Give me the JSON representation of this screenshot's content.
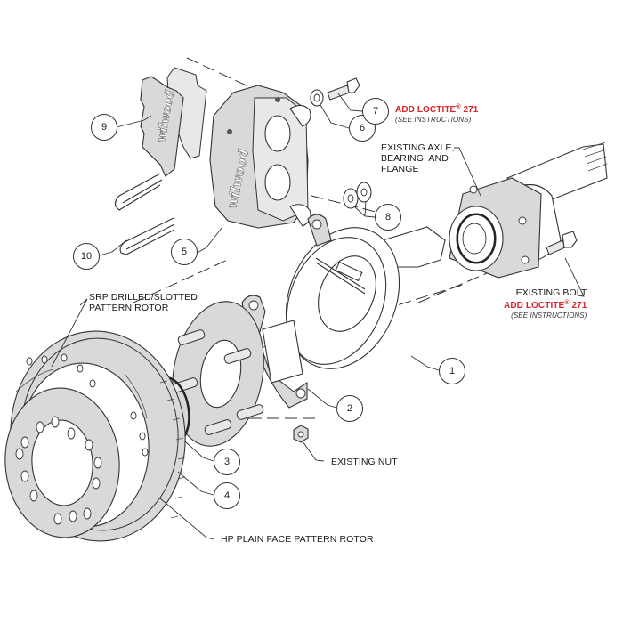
{
  "diagram": {
    "title": "Wilwood rear disc brake kit exploded view",
    "brand_mark": "wilwood",
    "accent_color": "#d8232a",
    "line_color": "#333333",
    "part_fill": "#d9d9d9",
    "callouts": [
      {
        "number": "1",
        "part": "parking brake backing plate assembly"
      },
      {
        "number": "2",
        "part": "caliper bracket"
      },
      {
        "number": "3",
        "part": "o-ring"
      },
      {
        "number": "4",
        "part": "rotor"
      },
      {
        "number": "5",
        "part": "caliper"
      },
      {
        "number": "6",
        "part": "washer"
      },
      {
        "number": "7",
        "part": "bolt"
      },
      {
        "number": "8",
        "part": "shim washers"
      },
      {
        "number": "9",
        "part": "brake pads"
      },
      {
        "number": "10",
        "part": "pad retainer clips"
      }
    ],
    "labels": {
      "loctite_7": {
        "main": "ADD LOCTITE",
        "reg": "®",
        "num": " 271",
        "note": "(SEE INSTRUCTIONS)"
      },
      "axle": [
        "EXISTING AXLE,",
        "BEARING, AND",
        "FLANGE"
      ],
      "bolt": {
        "title": "EXISTING BOLT",
        "main": "ADD LOCTITE",
        "reg": "®",
        "num": " 271",
        "note": "(SEE INSTRUCTIONS)"
      },
      "srp_rotor": [
        "SRP DRILLED/SLOTTED",
        "PATTERN ROTOR"
      ],
      "nut": "EXISTING NUT",
      "hp_rotor": "HP PLAIN FACE PATTERN ROTOR"
    }
  }
}
